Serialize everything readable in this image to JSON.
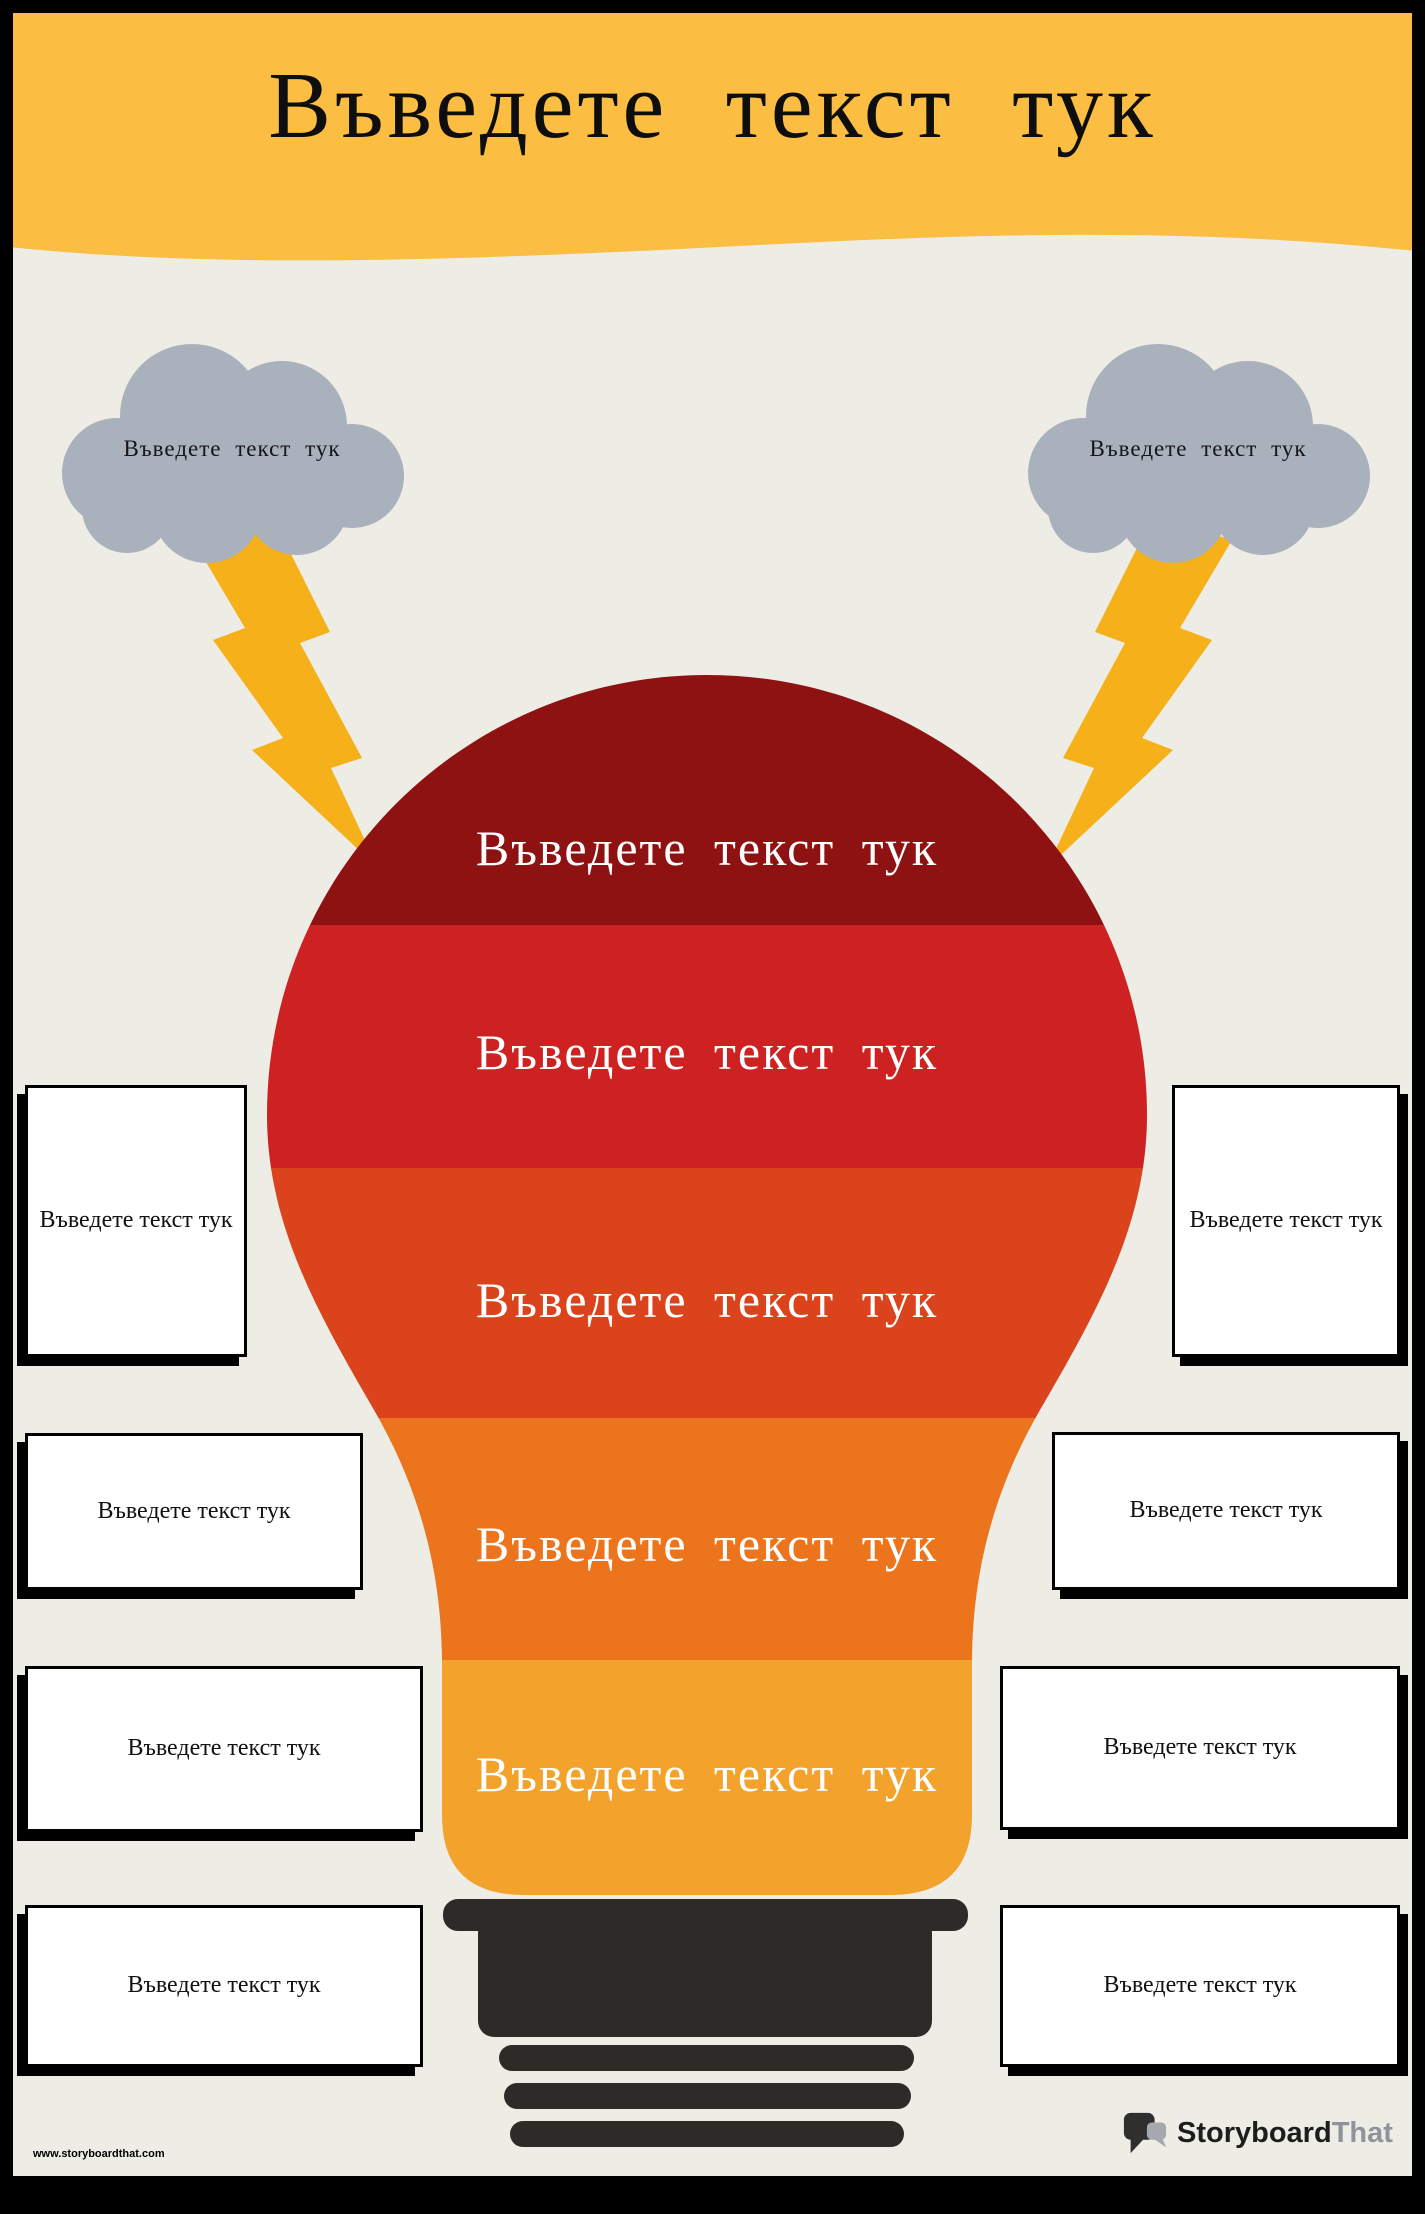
{
  "header": {
    "title": "Въведете текст тук"
  },
  "clouds": {
    "left": {
      "label": "Въведете текст тук"
    },
    "right": {
      "label": "Въведете текст тук"
    }
  },
  "bulb": {
    "bands": [
      {
        "label": "Въведете текст тук",
        "color": "#8E1212"
      },
      {
        "label": "Въведете текст тук",
        "color": "#CE2222"
      },
      {
        "label": "Въведете текст тук",
        "color": "#DA431B"
      },
      {
        "label": "Въведете текст тук",
        "color": "#EC741C"
      },
      {
        "label": "Въведете текст тук",
        "color": "#F3A22B"
      }
    ]
  },
  "side_boxes": {
    "left": [
      {
        "text": "Въведете текст тук"
      },
      {
        "text": "Въведете текст тук"
      },
      {
        "text": "Въведете текст тук"
      },
      {
        "text": "Въведете текст тук"
      }
    ],
    "right": [
      {
        "text": "Въведете текст тук"
      },
      {
        "text": "Въведете текст тук"
      },
      {
        "text": "Въведете текст тук"
      },
      {
        "text": "Въведете текст тук"
      }
    ]
  },
  "footer": {
    "website": "www.storyboardthat.com",
    "logo_part1": "Storyboard",
    "logo_part2": "That"
  },
  "colors": {
    "background": "#EDECE5",
    "header_yellow": "#FBBE42",
    "lightning": "#F6B019",
    "cloud_gray": "#A9B1BD",
    "base_dark": "#2D2B28",
    "logo_dark": "#2F2F2F",
    "logo_gray": "#A5A9AF"
  }
}
